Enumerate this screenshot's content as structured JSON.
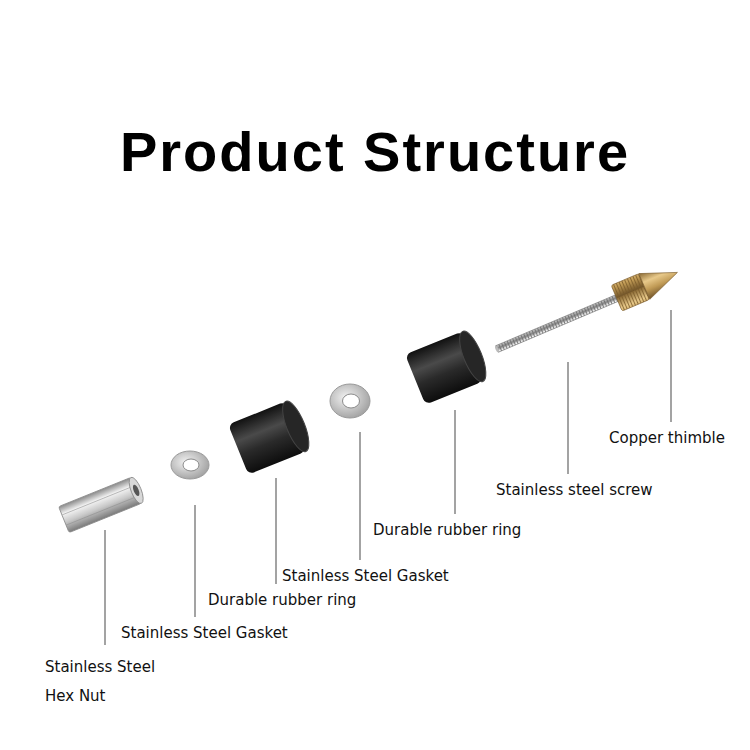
{
  "diagram": {
    "title": "Product Structure",
    "labels": [
      "Copper thimble",
      "Stainless steel screw",
      "Durable rubber ring",
      "Stainless Steel Gasket",
      "Durable rubber ring",
      "Stainless Steel Gasket",
      "Stainless Steel Hex Nut"
    ]
  }
}
